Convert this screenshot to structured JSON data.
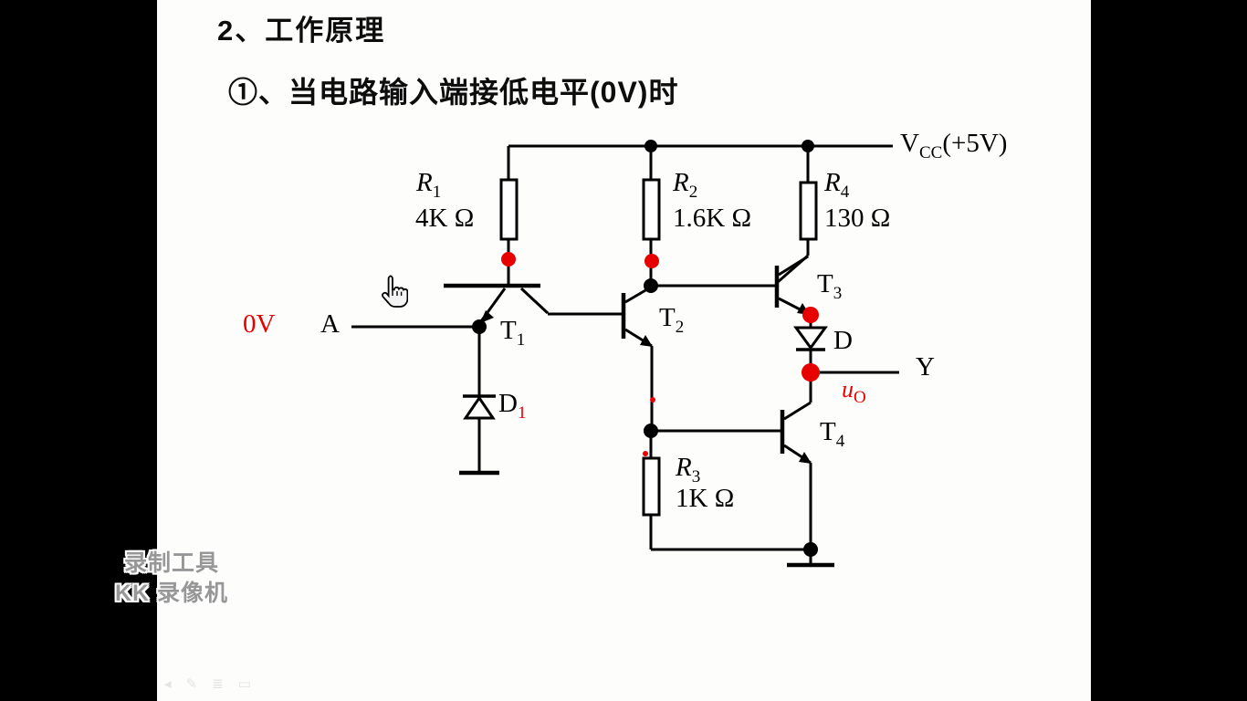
{
  "header": {
    "title": "2、工作原理",
    "subtitle": "①、当电路输入端接低电平(0V)时"
  },
  "circuit": {
    "power_rail": {
      "base": "V",
      "sub": "CC",
      "suffix": "(+5V)"
    },
    "input": {
      "voltage_label": "0V",
      "terminal_label": "A"
    },
    "output": {
      "terminal_label": "Y",
      "signal_base": "u",
      "signal_sub": "O"
    },
    "resistors": {
      "r1": {
        "base": "R",
        "sub": "1",
        "value": "4K Ω"
      },
      "r2": {
        "base": "R",
        "sub": "2",
        "value": "1.6K Ω"
      },
      "r3": {
        "base": "R",
        "sub": "3",
        "value": "1K Ω"
      },
      "r4": {
        "base": "R",
        "sub": "4",
        "value": "130 Ω"
      }
    },
    "transistors": {
      "t1": {
        "base": "T",
        "sub": "1"
      },
      "t2": {
        "base": "T",
        "sub": "2"
      },
      "t3": {
        "base": "T",
        "sub": "3"
      },
      "t4": {
        "base": "T",
        "sub": "4"
      }
    },
    "diodes": {
      "d1": {
        "base": "D",
        "sub": "1"
      },
      "d": {
        "base": "D",
        "sub": ""
      }
    }
  },
  "watermark": {
    "line1": "录制工具",
    "line2": "KK 录像机"
  },
  "colors": {
    "highlight_red": "#e60000",
    "wire_black": "#000000",
    "letterbox": "#000000"
  }
}
